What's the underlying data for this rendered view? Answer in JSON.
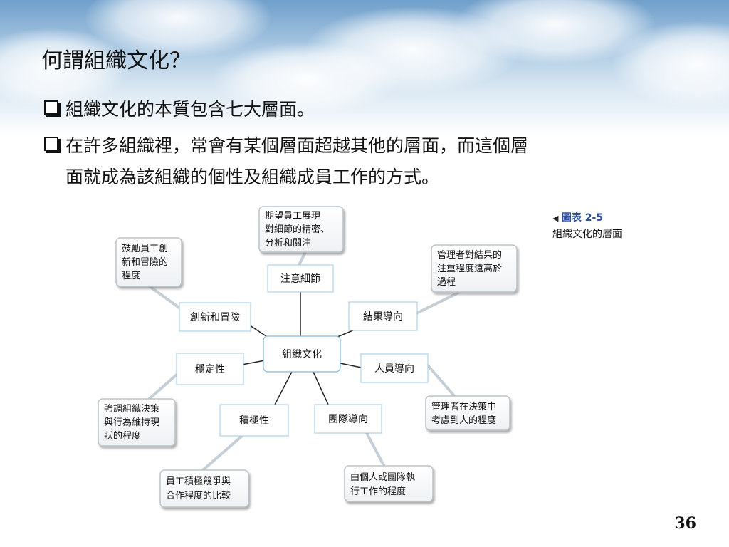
{
  "slide": {
    "title": "何謂組織文化？",
    "bullets": [
      {
        "line1": "組織文化的本質包含七大層面。"
      },
      {
        "line1": "在許多組織裡，常會有某個層面超越其他的層面，而這個層",
        "line2": "面就成為該組織的個性及組織成員工作的方式。"
      }
    ],
    "page_number": "36"
  },
  "figure": {
    "caption_label": "圖表 2-5",
    "caption_title": "組織文化的層面",
    "center": "組織文化",
    "dimensions": [
      {
        "label": "注意細節",
        "note": [
          "期望員工展現",
          "對細節的精密、",
          "分析和關注"
        ]
      },
      {
        "label": "結果導向",
        "note": [
          "管理者對結果的",
          "注重程度遠高於",
          "過程"
        ]
      },
      {
        "label": "人員導向",
        "note": [
          "管理者在決策中",
          "考慮到人的程度"
        ]
      },
      {
        "label": "團隊導向",
        "note": [
          "由個人或團隊執",
          "行工作的程度"
        ]
      },
      {
        "label": "積極性",
        "note": [
          "員工積極競爭與",
          "合作程度的比較"
        ]
      },
      {
        "label": "穩定性",
        "note": [
          "強調組織決策",
          "與行為維持現",
          "狀的程度"
        ]
      },
      {
        "label": "創新和冒險",
        "note": [
          "鼓勵員工創",
          "新和冒險的",
          "程度"
        ]
      }
    ]
  }
}
